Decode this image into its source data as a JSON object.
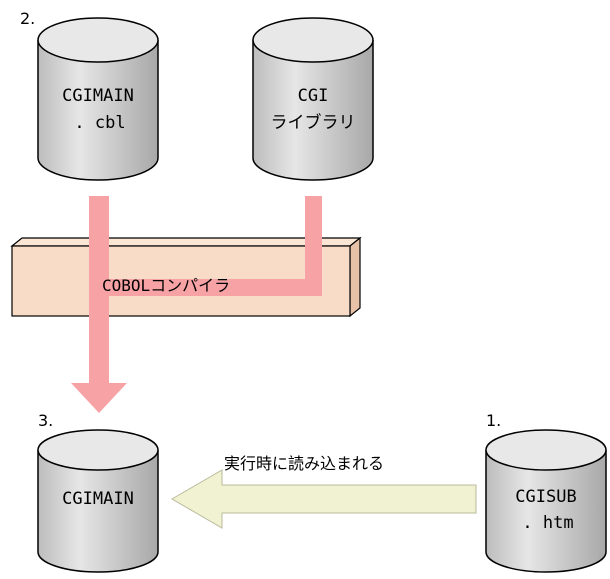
{
  "steps": {
    "step1": "1.",
    "step2": "2.",
    "step3": "3."
  },
  "cylinders": {
    "cgimain_cbl": {
      "line1": "CGIMAIN",
      "line2": ". cbl"
    },
    "cgi_library": {
      "line1": "CGI",
      "line2": "ライブラリ"
    },
    "cgimain": {
      "line1": "CGIMAIN"
    },
    "cgisub_htm": {
      "line1": "CGISUB",
      "line2": ". htm"
    }
  },
  "compiler": {
    "label": "COBOLコンパイラ"
  },
  "runtime_arrow": {
    "label": "実行時に読み込まれる"
  },
  "colors": {
    "cylinder_top": "#e8e8e8",
    "cylinder_body": "#d0d0d0",
    "compile_flow": "#f7a3a6",
    "compiler_box": "#f9dcc8",
    "runtime_arrow": "#f0f2d2"
  }
}
